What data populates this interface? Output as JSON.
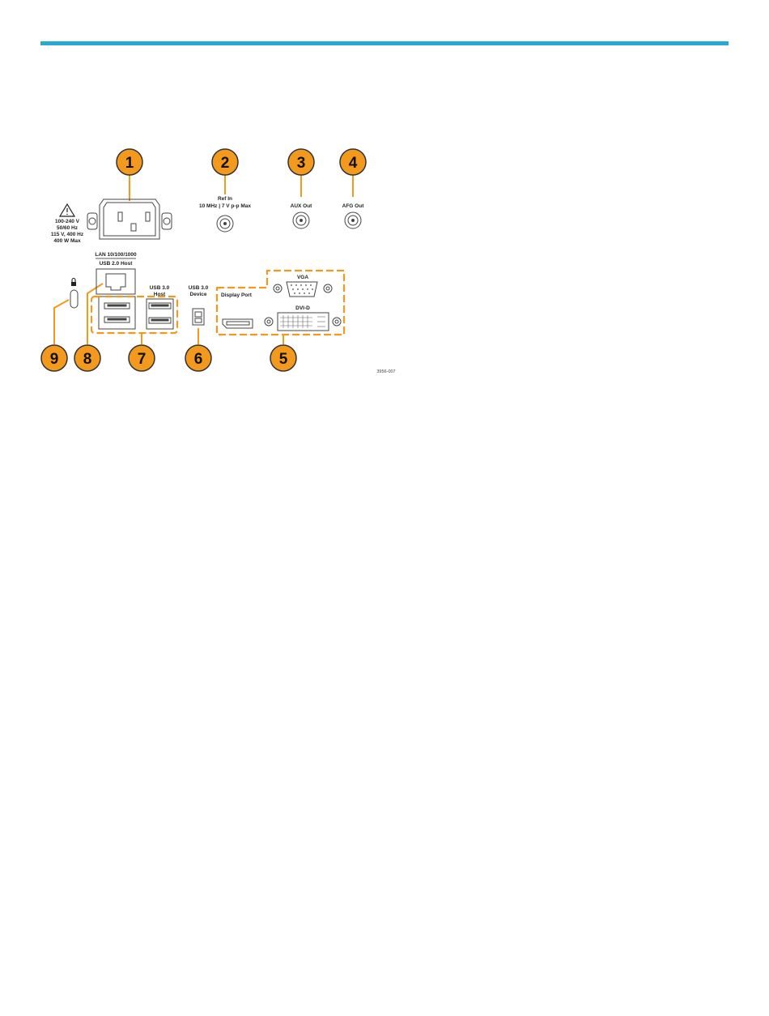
{
  "colors": {
    "accent_rule": "#2aa8d4",
    "callout": "#f39a1e",
    "line": "#555555"
  },
  "callouts": {
    "c1": "1",
    "c2": "2",
    "c3": "3",
    "c4": "4",
    "c5": "5",
    "c6": "6",
    "c7": "7",
    "c8": "8",
    "c9": "9"
  },
  "labels": {
    "power_line1": "100-240 V",
    "power_line2": "50/60 Hz",
    "power_line3": "115 V, 400 Hz",
    "power_line4": "400 W Max",
    "ref_in_line1": "Ref In",
    "ref_in_line2": "10 MHz | 7 V p-p Max",
    "aux_out": "AUX Out",
    "afg_out": "AFG Out",
    "lan": "LAN 10/100/1000",
    "usb2_host": "USB 2.0 Host",
    "usb3_host_line1": "USB 3.0",
    "usb3_host_line2": "Host",
    "usb3_device_line1": "USB 3.0",
    "usb3_device_line2": "Device",
    "display_port": "Display Port",
    "vga": "VGA",
    "dvi_d": "DVI-D",
    "figure_id": "3956-007"
  },
  "icons": [
    "warning-icon",
    "lock-icon"
  ]
}
